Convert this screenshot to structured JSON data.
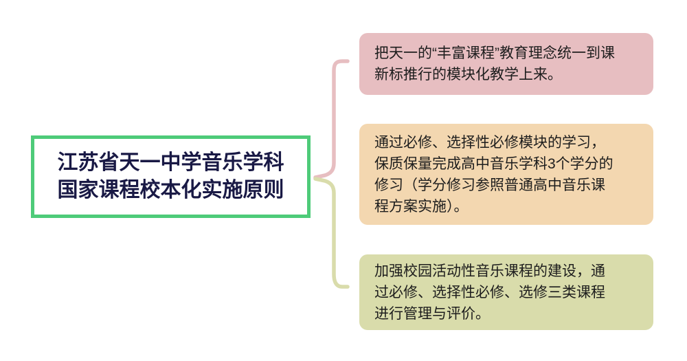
{
  "diagram": {
    "root": {
      "text": "江苏省天一中学音乐学科国家课程校本化实施原则",
      "lines": [
        "江苏省天一中学音乐学科",
        "国家课程校本化实施原则"
      ],
      "border_color": "#4ecb79",
      "text_color": "#191945",
      "fill": "#ffffff"
    },
    "branches": [
      {
        "id": "branch-1",
        "fill": "#e7bec1",
        "text": "把天一的“丰富课程”教育理念统一到课新标推行的模块化教学上来。",
        "lines": [
          "把天一的“丰富课程”教育理念统一到课",
          "新标推行的模块化教学上来。"
        ]
      },
      {
        "id": "branch-2",
        "fill": "#f3d7b0",
        "text": "通过必修、选择性必修模块的学习，保质保量完成高中音乐学科3个学分的修习（学分修习参照普通高中音乐课程方案实施）。",
        "lines": [
          "通过必修、选择性必修模块的学习，",
          "保质保量完成高中音乐学科3个学分的",
          "修习（学分修习参照普通高中音乐课",
          "程方案实施）。"
        ]
      },
      {
        "id": "branch-3",
        "fill": "#d9dcab",
        "text": "加强校园活动性音乐课程的建设，通过必修、选择性必修、选修三类课程进行管理与评价。",
        "lines": [
          "加强校园活动性音乐课程的建设，通",
          "过必修、选择性必修、选修三类课程",
          "进行管理与评价。"
        ]
      }
    ],
    "connector": {
      "style": "curly-brace",
      "upper_color": "#e7bec1",
      "lower_color": "#d9dcab"
    },
    "colors": {
      "background": "#ffffff",
      "body_text": "#1d1d1d"
    }
  }
}
